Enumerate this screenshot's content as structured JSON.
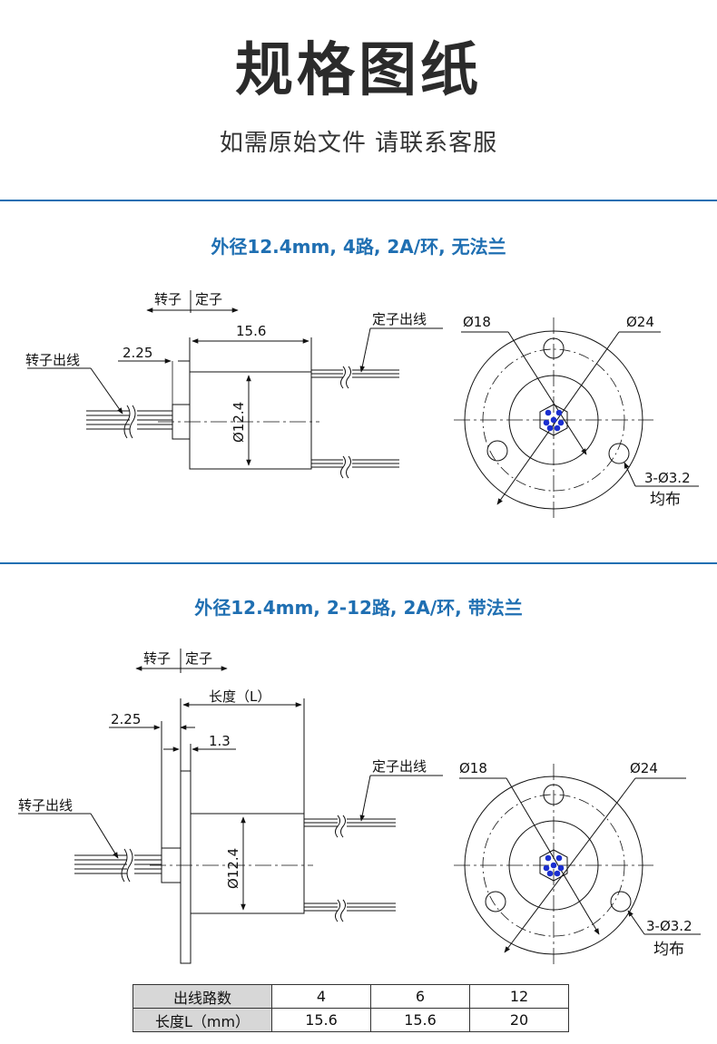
{
  "header": {
    "title": "规格图纸",
    "subtitle": "如需原始文件   请联系客服"
  },
  "colors": {
    "accent": "#1f6fb2",
    "pin": "#1b2fd0",
    "line": "#111111"
  },
  "section1": {
    "title": "外径12.4mm, 4路, 2A/环, 无法兰",
    "label_rotor_stator": [
      "转子",
      "定子"
    ],
    "label_stator_wire": "定子出线",
    "label_rotor_wire": "转子出线",
    "dim_length": "15.6",
    "dim_shaft": "2.25",
    "dim_diameter": "Ø12.4",
    "dim_inner": "Ø18",
    "dim_outer": "Ø24",
    "dim_holes": "3-Ø3.2",
    "dim_holes_note": "均布"
  },
  "section2": {
    "title": "外径12.4mm, 2-12路, 2A/环, 带法兰",
    "label_rotor_stator": [
      "转子",
      "定子"
    ],
    "label_stator_wire": "定子出线",
    "label_rotor_wire": "转子出线",
    "dim_length": "长度（L）",
    "dim_shaft": "2.25",
    "dim_flange": "1.3",
    "dim_diameter": "Ø12.4",
    "dim_inner": "Ø18",
    "dim_outer": "Ø24",
    "dim_holes": "3-Ø3.2",
    "dim_holes_note": "均布"
  },
  "spec_table": {
    "row1_header": "出线路数",
    "row1_values": [
      "4",
      "6",
      "12"
    ],
    "row2_header": "长度L（mm）",
    "row2_values": [
      "15.6",
      "15.6",
      "20"
    ]
  }
}
